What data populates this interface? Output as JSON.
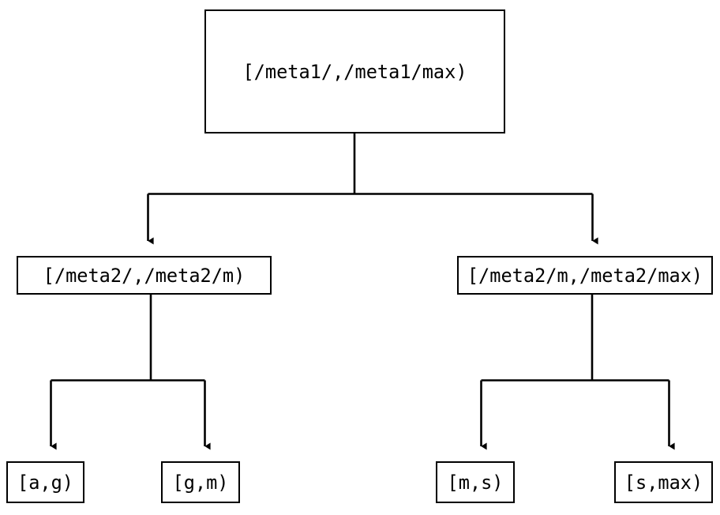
{
  "diagram": {
    "type": "interval-partition-tree",
    "orientation": "top-down",
    "stroke_color": "#000000",
    "background_color": "#ffffff",
    "levels": 3,
    "nodes": {
      "root": {
        "id": "root",
        "label": "[/meta1/,/meta1/max)",
        "level": 0
      },
      "mid_left": {
        "id": "mid-left",
        "label": "[/meta2/,/meta2/m)",
        "level": 1
      },
      "mid_right": {
        "id": "mid-right",
        "label": "[/meta2/m,/meta2/max)",
        "level": 1
      },
      "leaf_ag": {
        "id": "leaf-a-g",
        "label": "[a,g)",
        "level": 2
      },
      "leaf_gm": {
        "id": "leaf-g-m",
        "label": "[g,m)",
        "level": 2
      },
      "leaf_ms": {
        "id": "leaf-m-s",
        "label": "[m,s)",
        "level": 2
      },
      "leaf_smax": {
        "id": "leaf-s-max",
        "label": "[s,max)",
        "level": 2
      }
    },
    "edges": [
      {
        "from": "root",
        "to": "mid_left",
        "arrow": "down-triangle"
      },
      {
        "from": "root",
        "to": "mid_right",
        "arrow": "down-triangle"
      },
      {
        "from": "mid_left",
        "to": "leaf_ag",
        "arrow": "down-triangle"
      },
      {
        "from": "mid_left",
        "to": "leaf_gm",
        "arrow": "down-triangle"
      },
      {
        "from": "mid_right",
        "to": "leaf_ms",
        "arrow": "down-triangle"
      },
      {
        "from": "mid_right",
        "to": "leaf_smax",
        "arrow": "down-triangle"
      }
    ]
  }
}
